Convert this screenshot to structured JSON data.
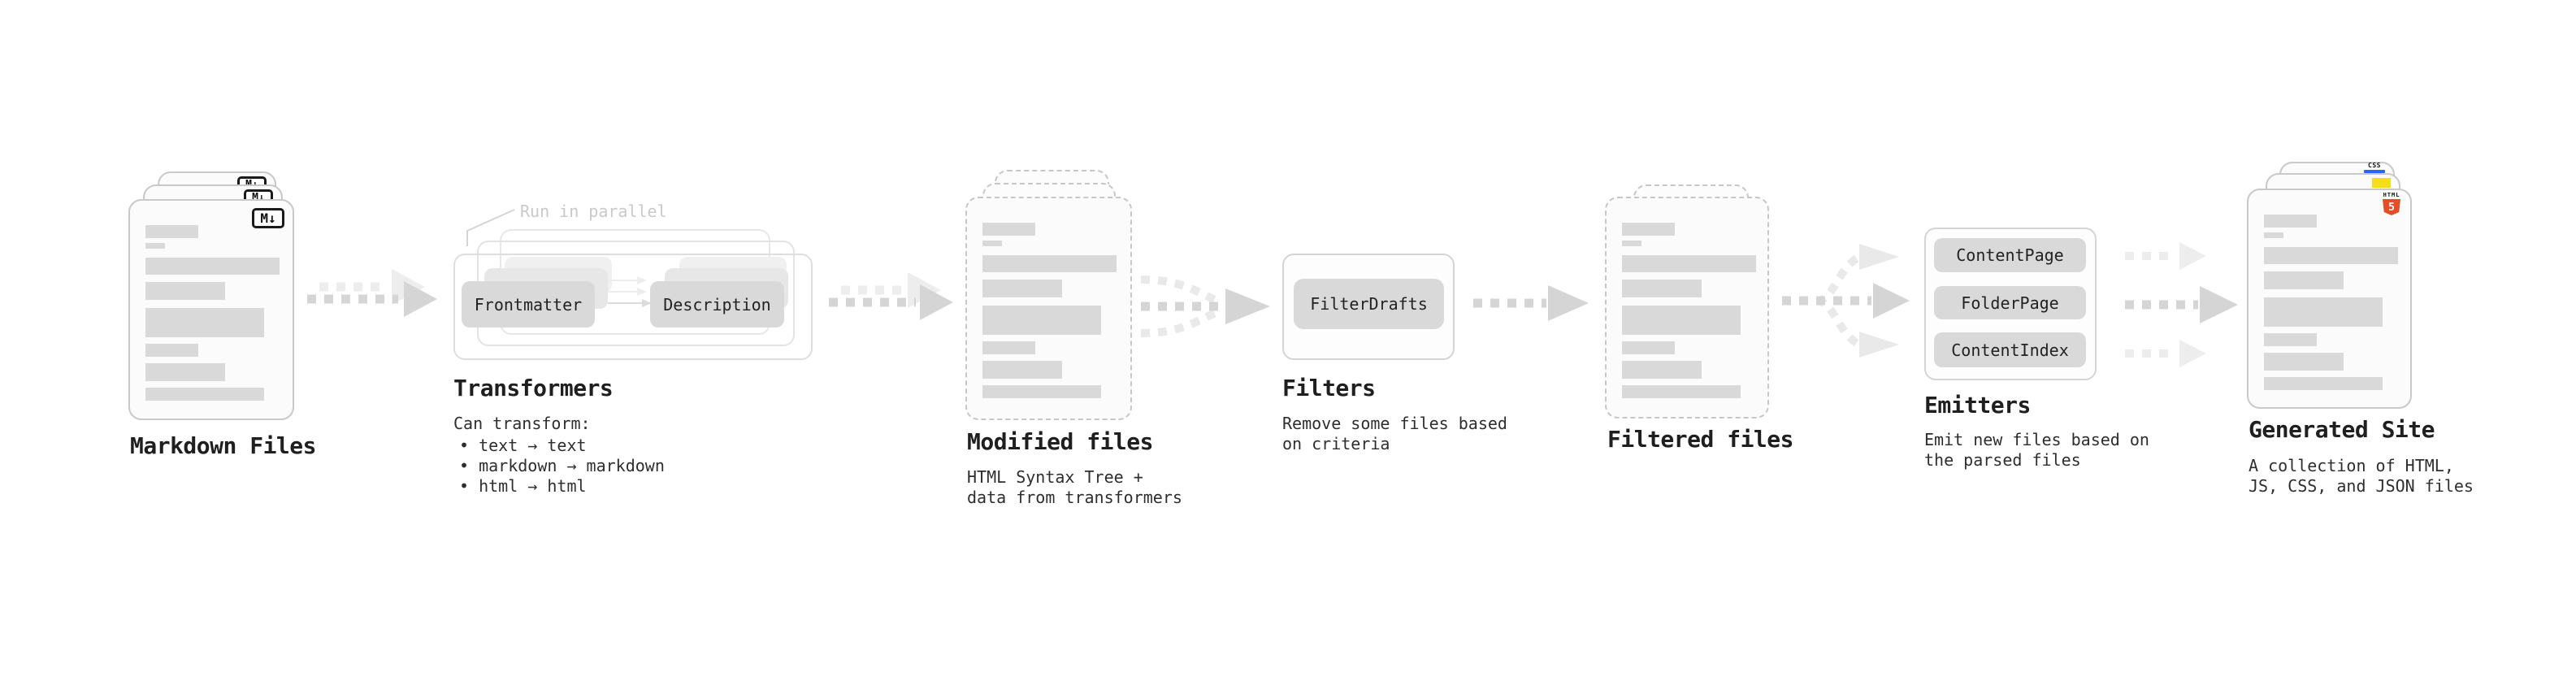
{
  "stages": {
    "markdown": {
      "label": "Markdown Files",
      "badge": "M↓"
    },
    "transformers": {
      "label": "Transformers",
      "annotation": "Run in parallel",
      "node1": "Frontmatter",
      "node2": "Description",
      "desc_title": "Can transform:",
      "bullet1": "• text → text",
      "bullet2": "• markdown → markdown",
      "bullet3": "• html → html"
    },
    "modified": {
      "label": "Modified files",
      "desc1": "HTML Syntax Tree +",
      "desc2": "data from transformers"
    },
    "filters": {
      "label": "Filters",
      "node1": "FilterDrafts",
      "desc1": "Remove some files based",
      "desc2": "on criteria"
    },
    "filtered": {
      "label": "Filtered files"
    },
    "emitters": {
      "label": "Emitters",
      "node1": "ContentPage",
      "node2": "FolderPage",
      "node3": "ContentIndex",
      "desc1": "Emit new files based on",
      "desc2": "the parsed files"
    },
    "generated": {
      "label": "Generated Site",
      "badge_css": "CSS",
      "badge_html_text": "HTML",
      "badge_html_number": "5",
      "desc1": "A collection of HTML,",
      "desc2": "JS, CSS, and JSON files"
    }
  },
  "colors": {
    "html5_orange": "#e44d26",
    "js_yellow": "#f5de19",
    "css_blue": "#2c66ff",
    "node_gray": "#d9d9d9",
    "arrow_gray": "#d5d5d5",
    "arrow_light": "#ededed"
  }
}
